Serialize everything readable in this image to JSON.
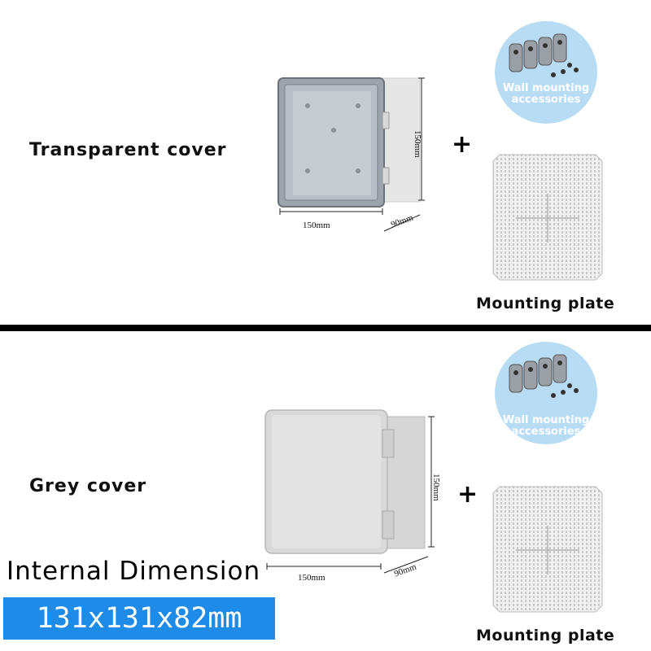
{
  "top": {
    "cover_label": "Transparent cover",
    "dim_height": "150mm",
    "dim_width": "150mm",
    "dim_depth": "90mm",
    "accessories_label_line1": "Wall mounting",
    "accessories_label_line2": "accessories",
    "plate_label": "Mounting plate",
    "plus": "+"
  },
  "bottom": {
    "cover_label": "Grey cover",
    "dim_height": "150mm",
    "dim_width": "150mm",
    "dim_depth": "90mm",
    "accessories_label_line1": "Wall mounting",
    "accessories_label_line2": "accessories",
    "plate_label": "Mounting plate",
    "plus": "+"
  },
  "internal": {
    "title": "Internal Dimension",
    "value": "131x131x82mm"
  },
  "colors": {
    "accent_blue": "#1e8be8",
    "circle_blue": "#b8dcf3",
    "divider": "#000000"
  }
}
